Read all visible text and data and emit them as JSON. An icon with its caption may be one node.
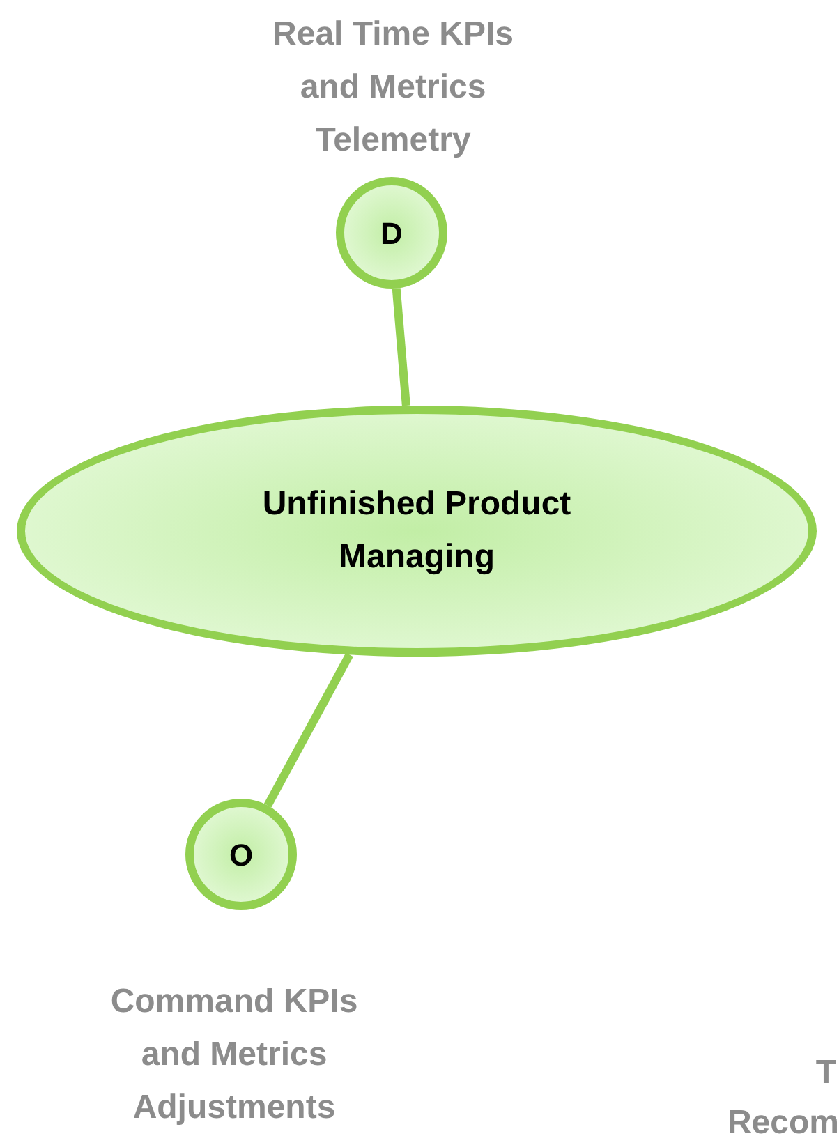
{
  "diagram": {
    "nodes": [
      {
        "text": [
          "Unfinished Product Managing"
        ]
      },
      {
        "text": [
          "D"
        ],
        "beside": [
          "Real Time KPIs and Metrics Telemetry"
        ]
      },
      {
        "text": [
          "O"
        ],
        "beside": [
          "Command KPIs and Metrics Adjustments"
        ]
      }
    ],
    "edges": [
      {
        "from": 1,
        "to": 0,
        "arrow": "none"
      },
      {
        "from": 0,
        "to": 2,
        "arrow": "none"
      }
    ],
    "labels": [
      "T",
      "Recom"
    ]
  }
}
